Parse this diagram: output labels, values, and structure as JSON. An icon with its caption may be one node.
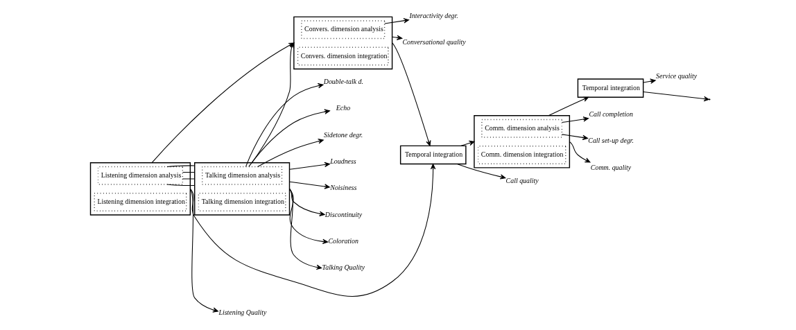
{
  "diagram": {
    "nodes": [
      {
        "text": [],
        "shape": "box"
      },
      {
        "text": [
          "Listening dimension analysis"
        ],
        "in": 0
      },
      {
        "text": [
          "Listening dimension integration"
        ],
        "in": 0
      },
      {
        "text": [],
        "shape": "box"
      },
      {
        "text": [
          "Talking dimension analysis"
        ],
        "in": 3
      },
      {
        "text": [
          "Talking dimension integration"
        ],
        "in": 3
      },
      {
        "text": [],
        "shape": "box"
      },
      {
        "text": [
          "Convers. dimension analysis"
        ],
        "in": 6
      },
      {
        "text": [
          "Convers. dimension integration"
        ],
        "in": 6
      },
      {
        "text": [
          "Temporal integration"
        ]
      },
      {
        "text": [],
        "shape": "box"
      },
      {
        "text": [
          "Comm. dimension analysis"
        ],
        "in": 10
      },
      {
        "text": [
          "Comm. dimension integration"
        ],
        "in": 10
      },
      {
        "text": [
          "Temporal integration"
        ]
      },
      {
        "text": [
          "Double-talk d."
        ]
      },
      {
        "text": [
          "Echo"
        ]
      },
      {
        "text": [
          "Sidetone degr."
        ]
      },
      {
        "text": [
          "Loudness"
        ]
      },
      {
        "text": [
          "Noisiness"
        ]
      },
      {
        "text": [
          "Discontinuity"
        ]
      },
      {
        "text": [
          "Coloration"
        ]
      },
      {
        "text": [
          "Interactivity degr."
        ]
      },
      {
        "text": [
          "Talking Quality"
        ]
      },
      {
        "text": [
          "Listening Quality"
        ]
      },
      {
        "text": [
          "Call completion"
        ]
      },
      {
        "text": [
          "Call set-up degr."
        ]
      },
      {
        "text": [
          "Call quality"
        ]
      },
      {
        "text": [
          "Conversational quality"
        ]
      },
      {
        "text": [
          "Comm. quality"
        ]
      },
      {
        "text": [
          "Service quality"
        ]
      }
    ],
    "edges": [
      {
        "from": 1,
        "to": 3,
        "arrow": "none"
      },
      {
        "from": 1,
        "to": 3,
        "arrow": "none"
      },
      {
        "from": 1,
        "to": 3,
        "arrow": "none"
      },
      {
        "from": 1,
        "to": 3,
        "arrow": "none"
      },
      {
        "from": 0,
        "to": 6,
        "arrow": "to"
      },
      {
        "from": 0,
        "to": 9,
        "arrow": "to"
      },
      {
        "from": 0,
        "to": 23,
        "arrow": "to"
      },
      {
        "from": 3,
        "to": 6,
        "arrow": "to"
      },
      {
        "from": 3,
        "to": 22,
        "arrow": "to"
      },
      {
        "from": 4,
        "to": 14,
        "arrow": "to"
      },
      {
        "from": 4,
        "to": 15,
        "arrow": "to"
      },
      {
        "from": 4,
        "to": 16,
        "arrow": "to"
      },
      {
        "from": 3,
        "to": 17,
        "arrow": "to"
      },
      {
        "from": 3,
        "to": 18,
        "arrow": "to"
      },
      {
        "from": 3,
        "to": 19,
        "arrow": "to"
      },
      {
        "from": 3,
        "to": 20,
        "arrow": "to"
      },
      {
        "from": 7,
        "to": 21,
        "arrow": "to"
      },
      {
        "from": 6,
        "to": 9,
        "arrow": "to"
      },
      {
        "from": 6,
        "to": 27,
        "arrow": "to"
      },
      {
        "from": 9,
        "to": 10,
        "arrow": "to"
      },
      {
        "from": 9,
        "to": 26,
        "arrow": "to"
      },
      {
        "from": 11,
        "to": 24,
        "arrow": "to"
      },
      {
        "from": 11,
        "to": 25,
        "arrow": "to"
      },
      {
        "from": 10,
        "to": 13,
        "arrow": "to"
      },
      {
        "from": 10,
        "to": 28,
        "arrow": "to"
      },
      {
        "from": 13,
        "to": 29,
        "arrow": "to"
      },
      {
        "from": 13,
        "to": null,
        "arrow": "to"
      }
    ]
  }
}
